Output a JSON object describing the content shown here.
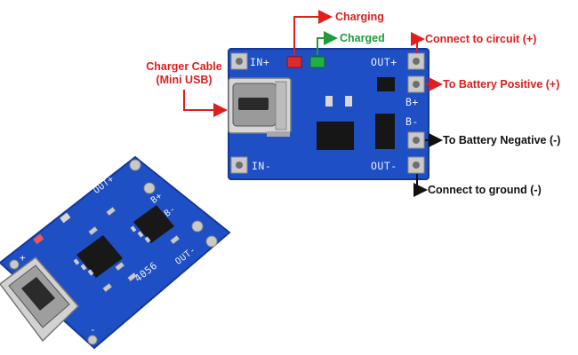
{
  "annotations": {
    "charging": "Charging",
    "charged": "Charged",
    "charger_cable_line1": "Charger Cable",
    "charger_cable_line2": "(Mini USB)",
    "connect_circuit": "Connect to circuit (+)",
    "battery_positive": "To Battery Positive (+)",
    "battery_negative": "To Battery Negative (-)",
    "connect_ground": "Connect to ground (-)"
  },
  "board_top": {
    "pin_in_plus": "IN+",
    "pin_out_plus": "OUT+",
    "pin_b_plus": "B+",
    "pin_b_minus": "B-",
    "pin_in_minus": "IN-",
    "pin_out_minus": "OUT-"
  },
  "board_bottom": {
    "chip_label": "4056",
    "label_out_plus": "OUT+",
    "label_out_minus": "OUT-",
    "label_b_plus": "B+",
    "label_b_minus": "B-",
    "label_plus": "+",
    "label_minus": "-"
  },
  "colors": {
    "board_blue": "#1f4fc4",
    "led_red": "#e02a2a",
    "led_green": "#1fb04a",
    "arrow_red": "#e01e1e",
    "arrow_green": "#1f9a3c"
  }
}
